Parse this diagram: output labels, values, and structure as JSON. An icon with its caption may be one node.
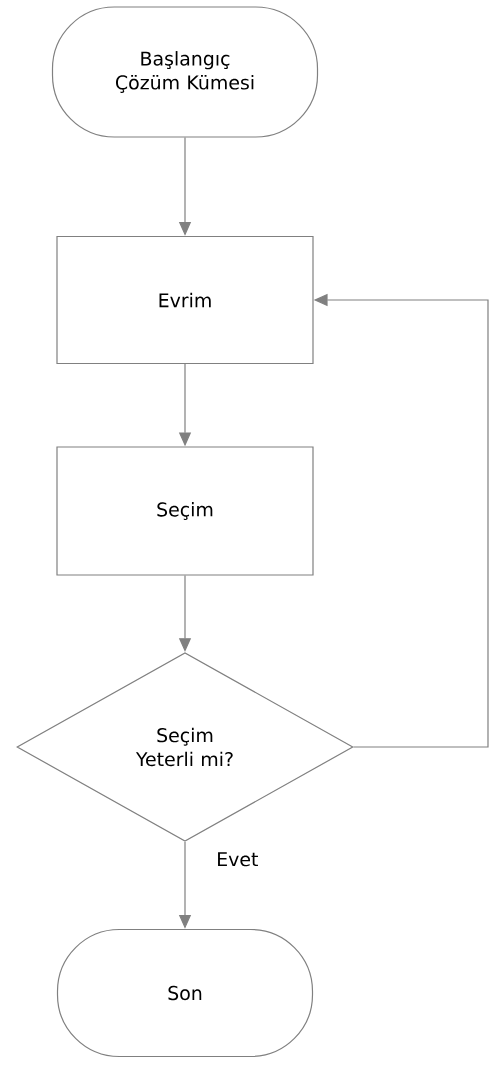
{
  "diagram": {
    "nodes": [
      {
        "text": [
          "Başlangıç Çözüm Kümesi"
        ]
      },
      {
        "text": [
          "Evrim"
        ]
      },
      {
        "text": [
          "Seçim"
        ]
      },
      {
        "text": [
          "Seçim Yeterli mi?"
        ]
      },
      {
        "text": [
          "Son"
        ]
      }
    ],
    "edges": [
      {
        "from": 0,
        "to": 1,
        "arrow": "to"
      },
      {
        "from": 1,
        "to": 2,
        "arrow": "to"
      },
      {
        "from": 2,
        "to": 3,
        "arrow": "to"
      },
      {
        "from": 3,
        "to": 4,
        "arrow": "to",
        "label": "Evet"
      },
      {
        "from": 3,
        "to": 1,
        "arrow": "to"
      }
    ]
  }
}
